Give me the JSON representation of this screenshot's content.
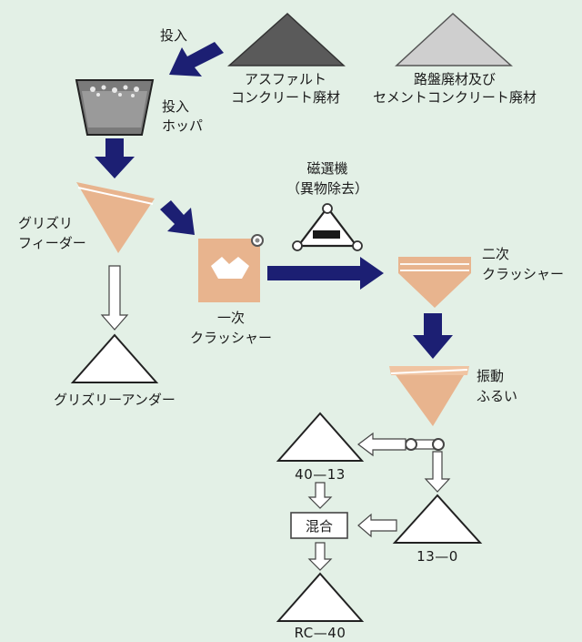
{
  "diagram": {
    "labels": {
      "input": "投入",
      "material_asphalt": [
        "アスファルト",
        "コンクリート廃材"
      ],
      "material_roadbed": [
        "路盤廃材及び",
        "セメントコンクリート廃材"
      ],
      "hopper": [
        "投入",
        "ホッパ"
      ],
      "grizzly_feeder": [
        "グリズリ",
        "フィーダー"
      ],
      "magnetic_separator": [
        "磁選機",
        "（異物除去）"
      ],
      "primary_crusher": [
        "一次",
        "クラッシャー"
      ],
      "secondary_crusher": [
        "二次",
        "クラッシャー"
      ],
      "grizzly_under": "グリズリーアンダー",
      "vibrating_screen": [
        "振動",
        "ふるい"
      ],
      "product_40_13": "40—13",
      "product_13_0": "13—0",
      "mix": "混合",
      "product_rc40": "RC—40"
    },
    "colors": {
      "background": "#e3f0e6",
      "arrow_navy": "#1c1f73",
      "equipment_tan": "#e8b48e",
      "pile_dark": "#5a5a5a",
      "pile_light": "#cfcfcf",
      "pile_white": "#ffffff"
    }
  }
}
